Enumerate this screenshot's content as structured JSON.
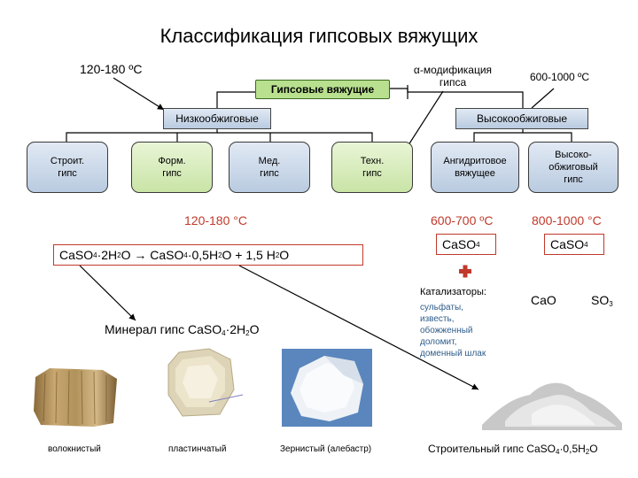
{
  "title": "Классификация гипсовых вяжущих",
  "notes": {
    "low_temp": "120-180 ºС",
    "alpha_mod": "α-модификация\nгипса",
    "high_temp": "600-1000 ºС"
  },
  "tree": {
    "root": "Гипсовые вяжущие",
    "low": "Низкообжиговые",
    "high": "Высокообжиговые",
    "leaves": [
      "Строит.\nгипс",
      "Форм.\nгипс",
      "Мед.\nгипс",
      "Техн.\nгипс",
      "Ангидритовое\nвяжущее",
      "Высоко-\nобжиговый\nгипс"
    ]
  },
  "reaction": {
    "temp": "120-180 °С",
    "formula": {
      "p1": "CaSO",
      "s1": "4",
      "p2": "·2H",
      "s2": "2",
      "p3": "O → CaSO",
      "s3": "4",
      "p4": "·0,5H",
      "s4": "2",
      "p5": "O + 1,5 H",
      "s5": "2",
      "p6": "O"
    }
  },
  "mineral": {
    "p1": "Минерал гипс CaSO",
    "s1": "4",
    "p2": "·2H",
    "s2": "2",
    "p3": "O"
  },
  "high_products": {
    "t1": "600-700 ºС",
    "t2": "800-1000 °С",
    "f1": {
      "p1": "CaSO",
      "s1": "4"
    },
    "f2": {
      "p1": "CaSO",
      "s1": "4"
    },
    "plus": "+",
    "catalysts_title": "Катализаторы:",
    "catalysts_list": "сульфаты,\nизвесть,\nобожженный\nдоломит,\nдоменный шлак",
    "cao": "CaO",
    "so3": {
      "p1": "SO",
      "s1": "3"
    }
  },
  "photos": {
    "labels": [
      "волокнистый",
      "пластинчатый",
      "Зернистый (алебастр)"
    ],
    "powder": {
      "p1": "Строительный гипс CaSO",
      "s1": "4",
      "p2": "·0,5H",
      "s2": "2",
      "p3": "O"
    }
  },
  "colors": {
    "accent_red": "#c0392b",
    "leaf_blue": "#c8d8ea",
    "leaf_green": "#d4ecb7",
    "root_green": "#b8e08f"
  }
}
